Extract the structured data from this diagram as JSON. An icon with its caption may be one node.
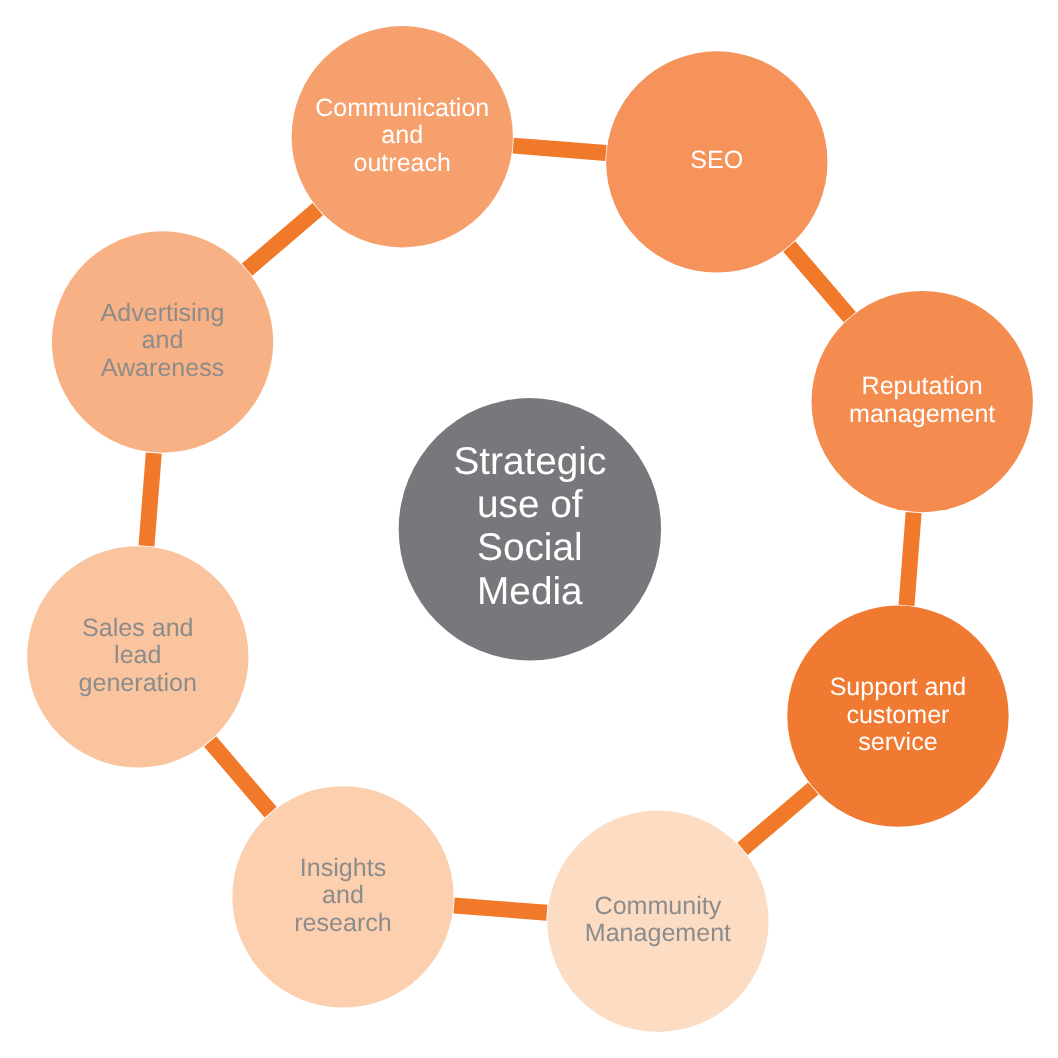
{
  "diagram": {
    "nodes": [
      {
        "text": [
          "Community Management"
        ]
      },
      {
        "text": [
          "Support and customer service"
        ]
      },
      {
        "text": [
          "Reputation management"
        ]
      },
      {
        "text": [
          "SEO"
        ]
      },
      {
        "text": [
          "Communication and outreach"
        ]
      },
      {
        "text": [
          "Advertising and Awareness"
        ]
      },
      {
        "text": [
          "Sales and lead generation"
        ]
      },
      {
        "text": [
          "Insights and research"
        ]
      },
      {
        "text": [
          "Strategic use of Social Media"
        ]
      }
    ],
    "edges": [
      {
        "from": 0,
        "to": 1,
        "arrow": "none"
      },
      {
        "from": 1,
        "to": 2,
        "arrow": "none"
      },
      {
        "from": 2,
        "to": 3,
        "arrow": "none"
      },
      {
        "from": 3,
        "to": 4,
        "arrow": "none"
      },
      {
        "from": 4,
        "to": 5,
        "arrow": "none"
      },
      {
        "from": 5,
        "to": 6,
        "arrow": "none"
      },
      {
        "from": 6,
        "to": 7,
        "arrow": "none"
      },
      {
        "from": 7,
        "to": 0,
        "arrow": "none"
      }
    ]
  }
}
